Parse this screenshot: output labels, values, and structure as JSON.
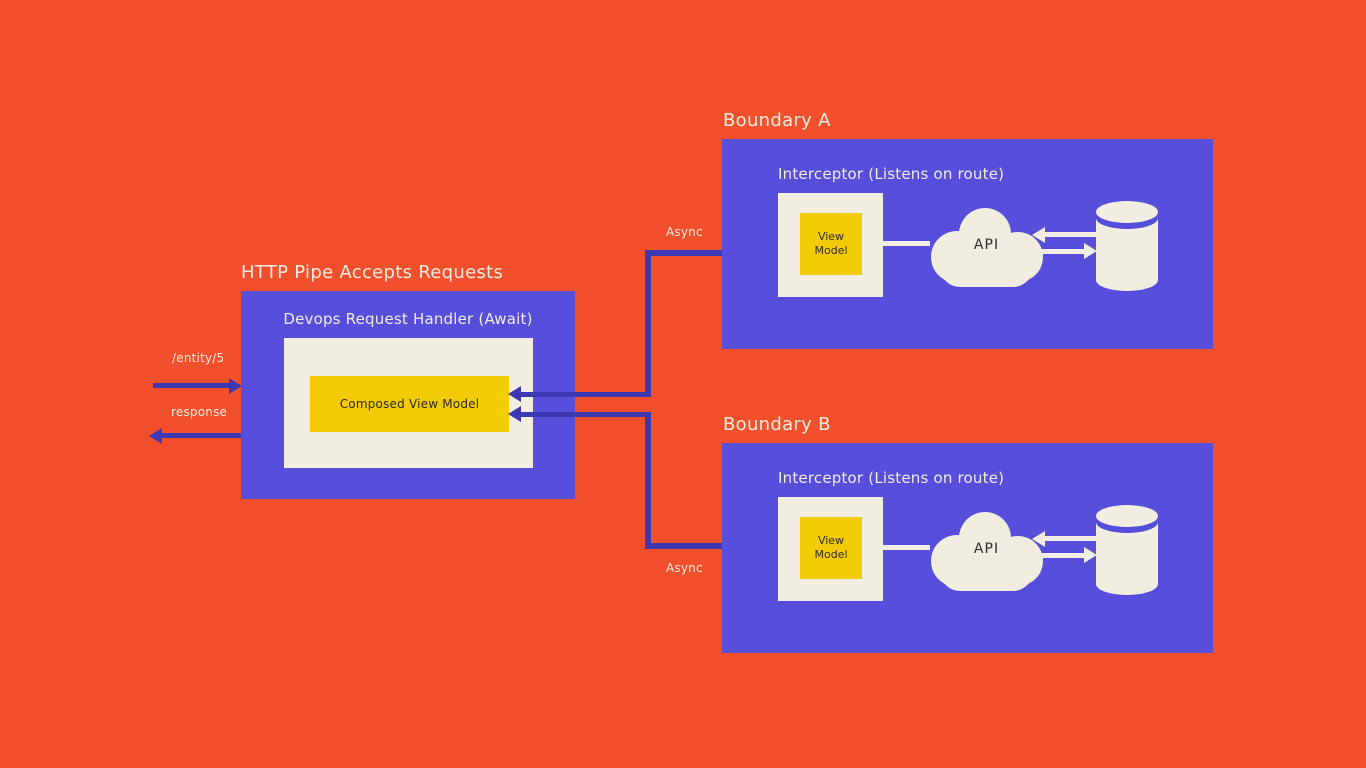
{
  "colors": {
    "background": "#F2502C",
    "panel_purple": "#574EDB",
    "connector_navy": "#3D39B2",
    "cream": "#F1EDE1",
    "accent_yellow": "#F3CB06",
    "dark_text": "#2E2B28",
    "light_text": "#F1EDE1"
  },
  "http_pipe": {
    "title": "HTTP Pipe Accepts Requests",
    "handler_label": "Devops Request Handler (Await)",
    "composed_view_model_label": "Composed View Model",
    "request_label": "/entity/5",
    "response_label": "response"
  },
  "async_labels": {
    "boundary_a": "Async",
    "boundary_b": "Async"
  },
  "boundaries": [
    {
      "title": "Boundary A",
      "interceptor_label": "Interceptor (Listens on route)",
      "view_model_label": "View Model",
      "api_label": "API"
    },
    {
      "title": "Boundary B",
      "interceptor_label": "Interceptor (Listens on route)",
      "view_model_label": "View Model",
      "api_label": "API"
    }
  ]
}
